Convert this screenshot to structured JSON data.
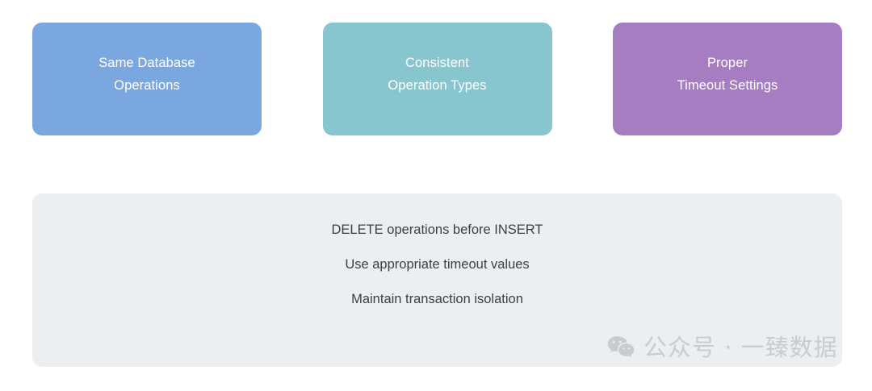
{
  "diagram": {
    "cards": [
      {
        "name": "same-database-operations",
        "lines": [
          "Same Database",
          "Operations"
        ],
        "color": "#7BA7E0",
        "text_color": "#FFFFFF"
      },
      {
        "name": "consistent-operation-types",
        "lines": [
          "Consistent",
          "Operation Types"
        ],
        "color": "#87C6CE",
        "text_color": "#FFFFFF"
      },
      {
        "name": "proper-timeout-settings",
        "lines": [
          "Proper",
          "Timeout Settings"
        ],
        "color": "#A77DC2",
        "text_color": "#FFFFFF"
      }
    ],
    "panel": {
      "background": "#ECEFF1",
      "text_color": "#3C4043",
      "lines": [
        "DELETE operations before INSERT",
        "Use appropriate timeout values",
        "Maintain transaction isolation"
      ]
    },
    "watermark": {
      "icon": "wechat-icon",
      "text": "公众号 · 一臻数据",
      "color": "#C7CCCF"
    }
  }
}
